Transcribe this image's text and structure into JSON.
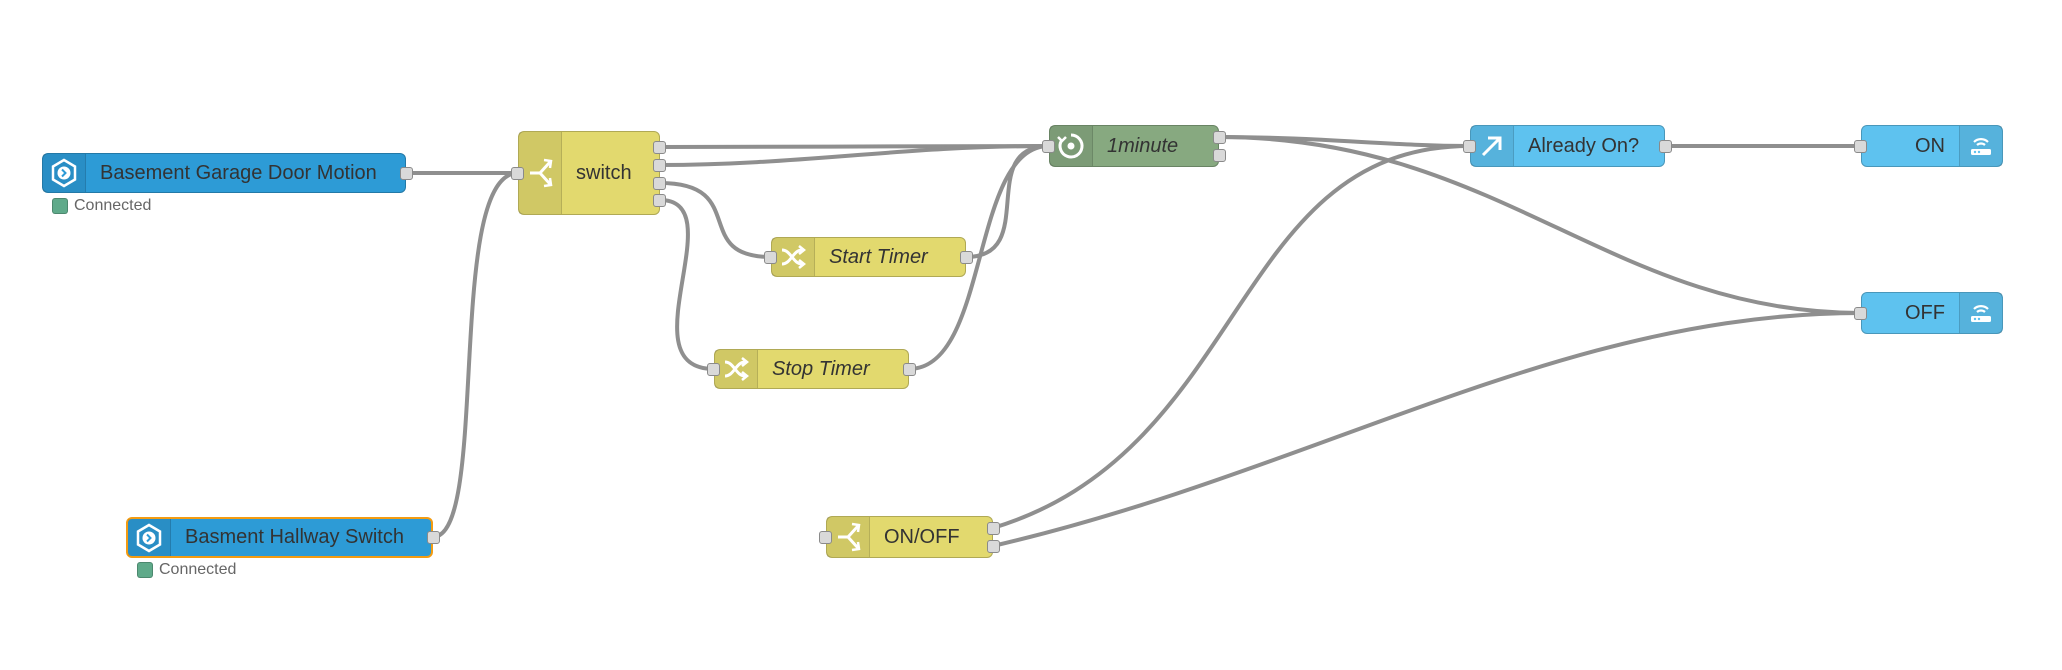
{
  "colors": {
    "input_node": "#2d9bd6",
    "switch_node": "#e2d96e",
    "change_node": "#e2d96e",
    "trigger_node": "#87a980",
    "output_node": "#5ec2ef",
    "selected_border": "#f39c12",
    "status_connected": "#5faa8a",
    "wire": "#8f8f8f"
  },
  "nodes": {
    "garage_motion": {
      "label": "Basement Garage Door Motion",
      "icon": "state-input-icon",
      "status": "Connected"
    },
    "switch": {
      "label": "switch",
      "icon": "switch-icon"
    },
    "start_timer": {
      "label": "Start Timer",
      "icon": "shuffle-icon"
    },
    "stop_timer": {
      "label": "Stop Timer",
      "icon": "shuffle-icon"
    },
    "minute": {
      "label": "1minute",
      "icon": "timer-icon"
    },
    "already_on": {
      "label": "Already On?",
      "icon": "arrow-up-right-icon"
    },
    "on": {
      "label": "ON",
      "icon": "router-icon"
    },
    "off": {
      "label": "OFF",
      "icon": "router-icon"
    },
    "hallway_switch": {
      "label": "Basment Hallway Switch",
      "icon": "state-input-icon",
      "status": "Connected"
    },
    "onoff": {
      "label": "ON/OFF",
      "icon": "switch-icon"
    }
  }
}
